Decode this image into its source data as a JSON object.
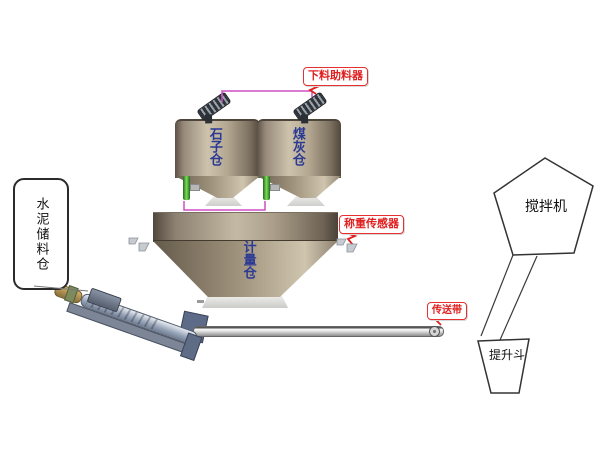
{
  "diagram": {
    "cement_silo": {
      "label": "水泥储料仓"
    },
    "storage_bins": [
      {
        "label": "石子仓"
      },
      {
        "label": "煤灰仓"
      }
    ],
    "weigh_bin": {
      "label": "计量仓"
    },
    "mixer": {
      "label": "搅拌机"
    },
    "lift_bucket": {
      "label": "提升斗"
    },
    "callouts": {
      "feeder": {
        "label": "下料助料器"
      },
      "load_cell": {
        "label": "称重传感器"
      },
      "belt": {
        "label": "传送带"
      }
    },
    "colors": {
      "callout_red": "#e02020",
      "bin_label_blue": "#2b3a94",
      "bracket_magenta": "#cf4fc4",
      "valve_green": "#7fdc55",
      "hopper_tan": "#b3a791",
      "machine_gray": "#9aa6ba",
      "outline": "#333333",
      "background": "#ffffff"
    }
  }
}
